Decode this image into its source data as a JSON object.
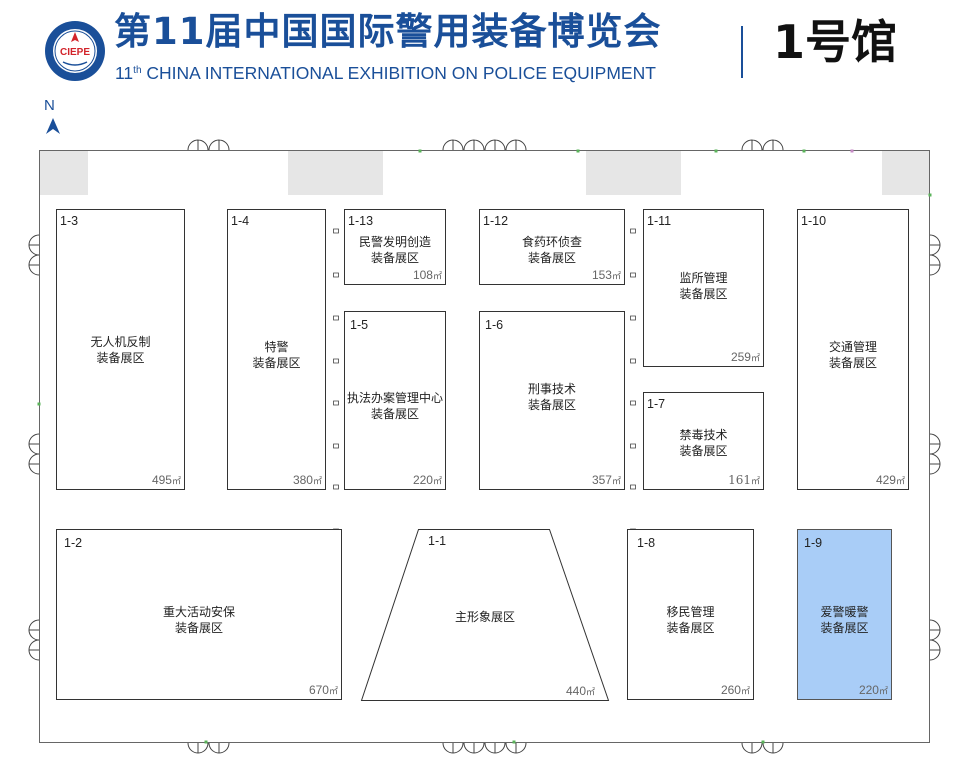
{
  "header": {
    "logo_text": "CIEPE",
    "title_cn": "第11届中国国际警用装备博览会",
    "title_en_num": "11",
    "title_en_sup": "th",
    "title_en": "CHINA INTERNATIONAL EXHIBITION ON POLICE EQUIPMENT",
    "hall_label": "1号馆",
    "colors": {
      "brand_blue": "#1a4f99",
      "logo_red": "#d2232a"
    }
  },
  "compass": {
    "label": "N",
    "icon": "north-arrow-icon"
  },
  "area_unit": "㎡",
  "booths": [
    {
      "id": "1-3",
      "name": [
        "无人机反制",
        "装备展区"
      ],
      "area": "495"
    },
    {
      "id": "1-4",
      "name": [
        "特警",
        "装备展区"
      ],
      "area": "380"
    },
    {
      "id": "1-13",
      "name": [
        "民警发明创造",
        "装备展区"
      ],
      "area": "108"
    },
    {
      "id": "1-12",
      "name": [
        "食药环侦查",
        "装备展区"
      ],
      "area": "153"
    },
    {
      "id": "1-11",
      "name": [
        "监所管理",
        "装备展区"
      ],
      "area": "259"
    },
    {
      "id": "1-10",
      "name": [
        "交通管理",
        "装备展区"
      ],
      "area": "429"
    },
    {
      "id": "1-5",
      "name": [
        "执法办案管理中心",
        "装备展区"
      ],
      "area": "220"
    },
    {
      "id": "1-6",
      "name": [
        "刑事技术",
        "装备展区"
      ],
      "area": "357"
    },
    {
      "id": "1-7",
      "name": [
        "禁毒技术",
        "装备展区"
      ],
      "area": "161"
    },
    {
      "id": "1-2",
      "name": [
        "重大活动安保",
        "装备展区"
      ],
      "area": "670"
    },
    {
      "id": "1-1",
      "name": [
        "主形象展区"
      ],
      "area": "440"
    },
    {
      "id": "1-8",
      "name": [
        "移民管理",
        "装备展区"
      ],
      "area": "260"
    },
    {
      "id": "1-9",
      "name": [
        "爱警暖警",
        "装备展区"
      ],
      "area": "220",
      "highlighted": true
    }
  ],
  "colors": {
    "highlight": "#a9cdf7",
    "wall_block": "#e6e6e6",
    "outline": "#333333"
  }
}
